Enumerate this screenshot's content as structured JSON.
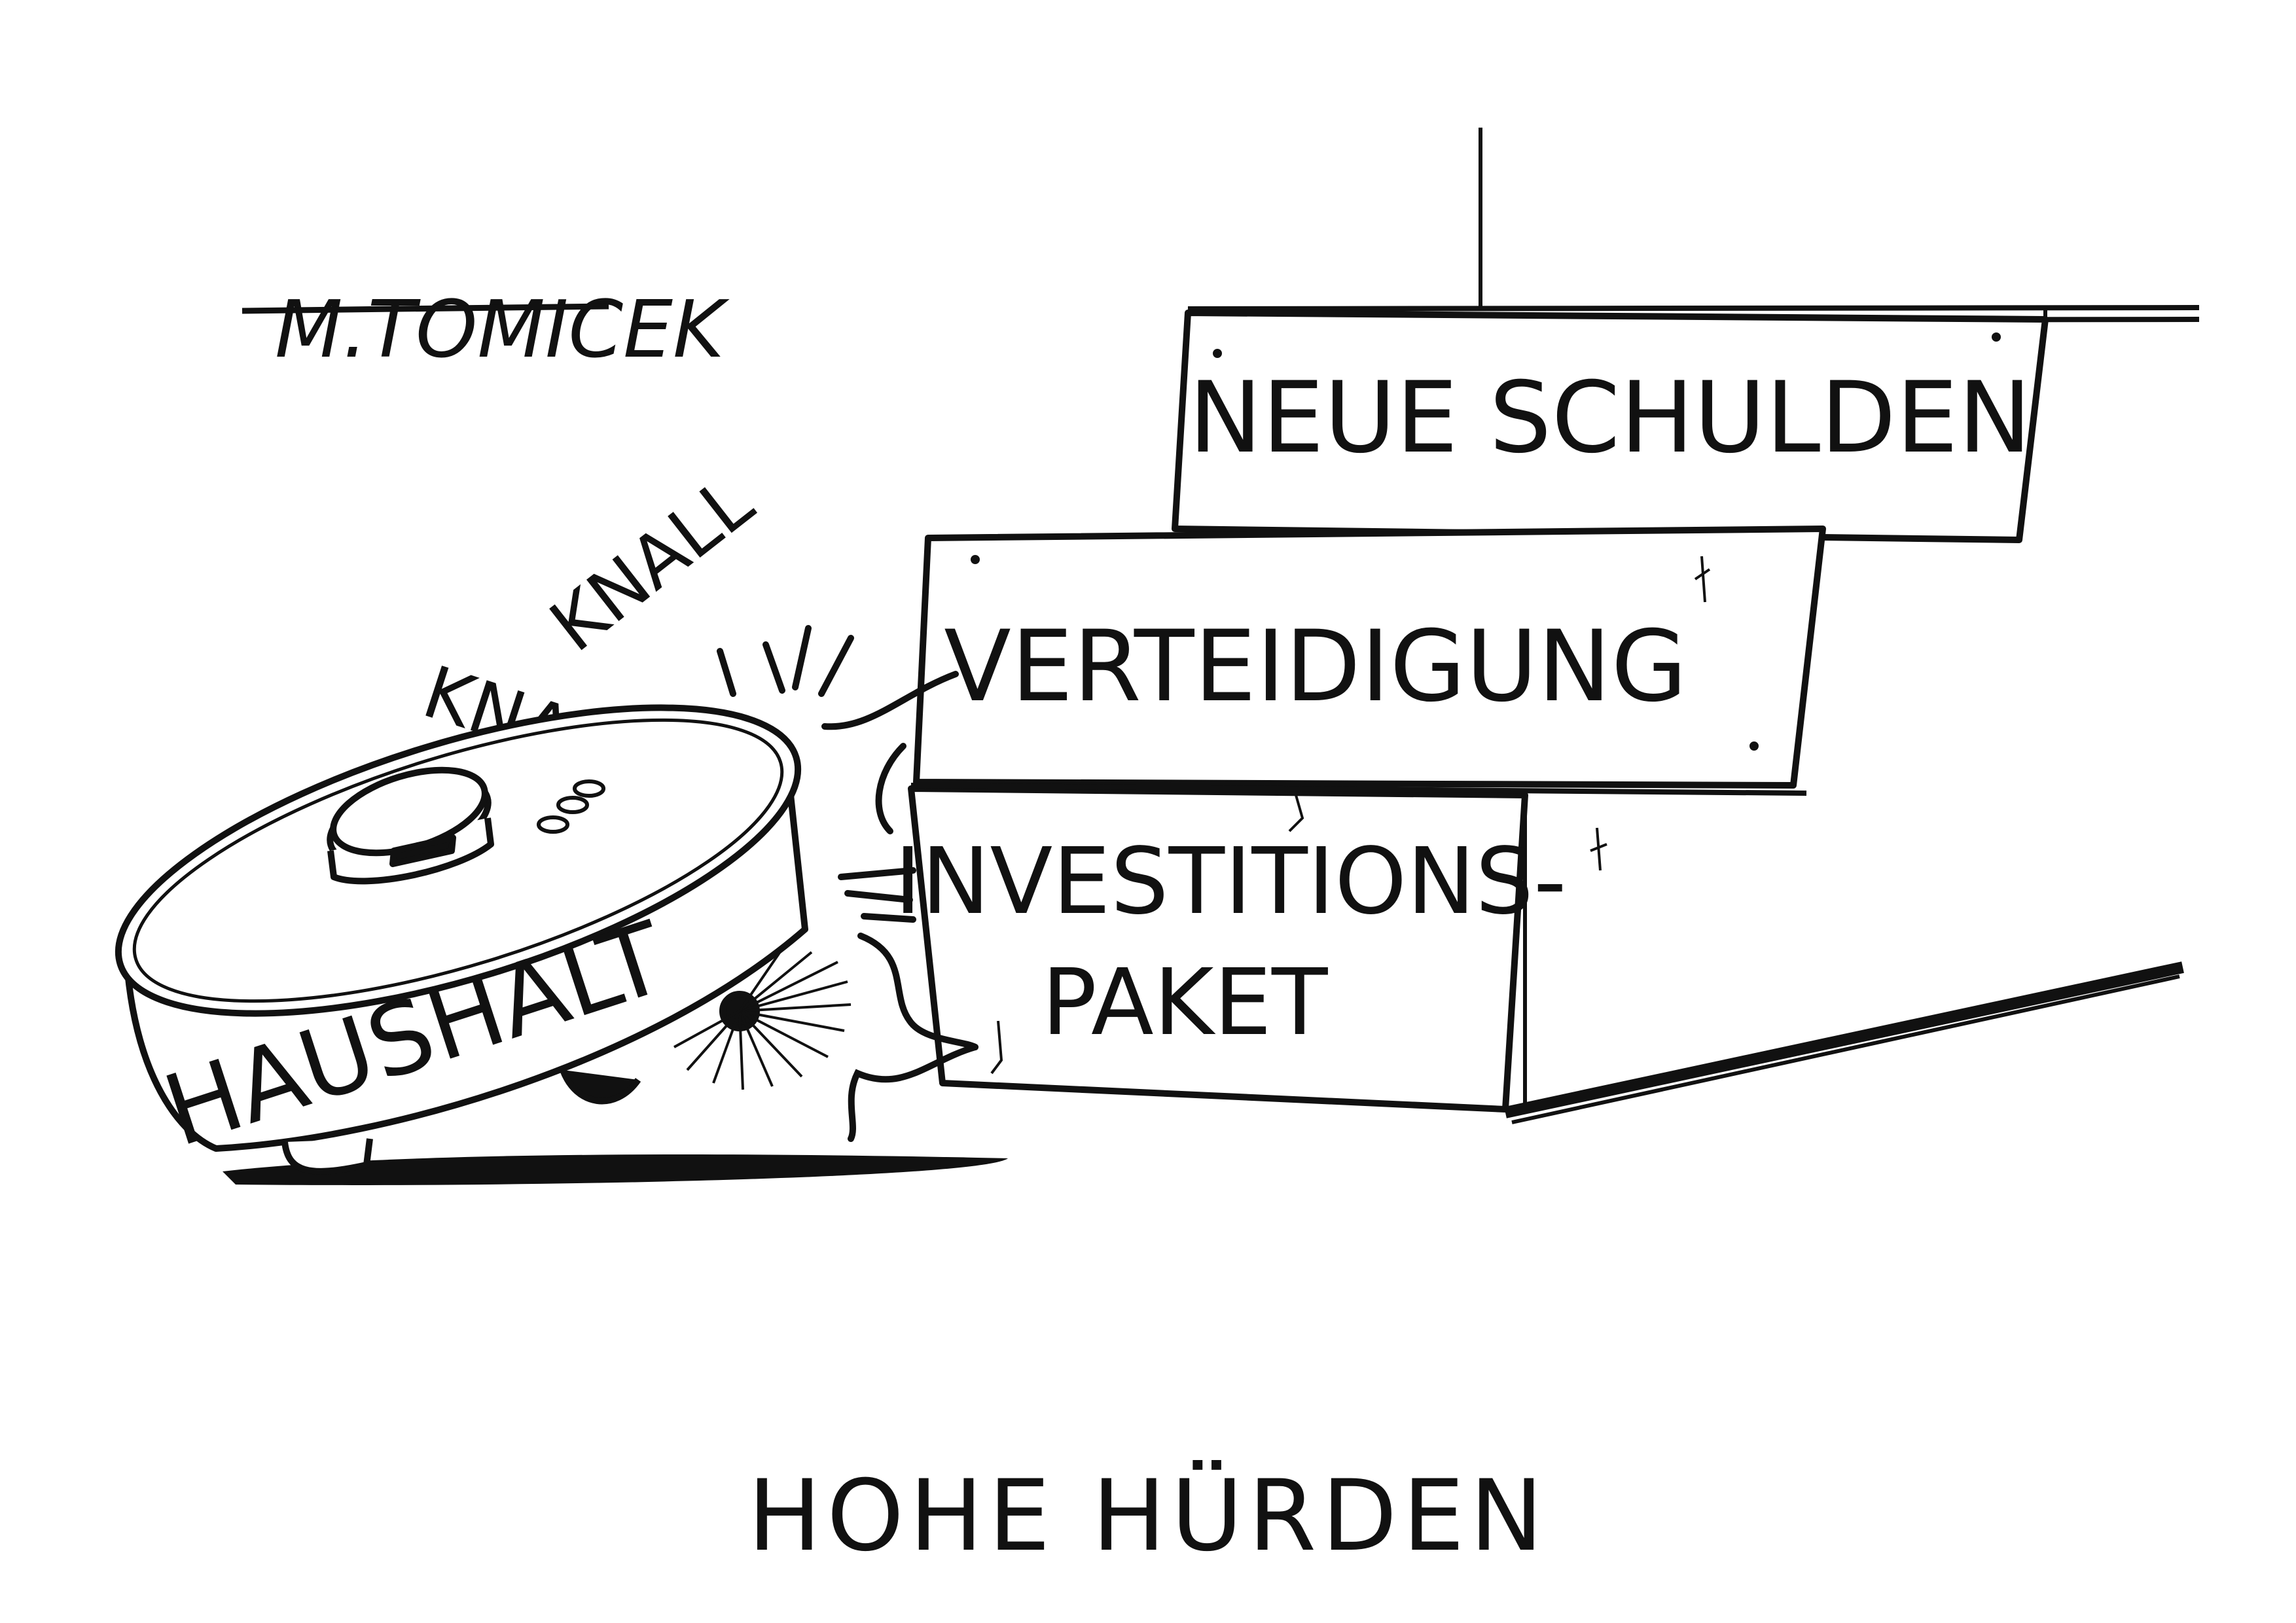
{
  "signature": "M.TOMICEK",
  "steps": {
    "top": "NEUE SCHULDEN",
    "middle": "VERTEIDIGUNG",
    "bottom_line1": "INVESTITIONS-",
    "bottom_line2": "PAKET"
  },
  "robot_label": "HAUSHALT",
  "sound_effects": [
    "KNALL",
    "KNALL"
  ],
  "caption": "HOHE HÜRDEN",
  "style": {
    "ink": "#111111",
    "paper": "#ffffff"
  }
}
